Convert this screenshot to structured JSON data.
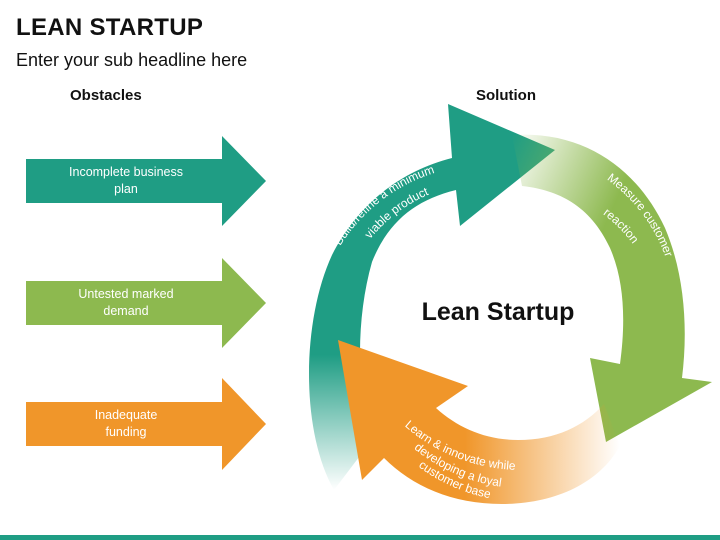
{
  "header": {
    "title": "LEAN STARTUP",
    "subtitle": "Enter your sub headline here"
  },
  "columns": {
    "left": "Obstacles",
    "right": "Solution"
  },
  "obstacles": [
    {
      "label": "Incomplete business\nplan",
      "color": "#1f9d84"
    },
    {
      "label": "Untested marked\ndemand",
      "color": "#8db94f"
    },
    {
      "label": "Inadequate\nfunding",
      "color": "#f0962a"
    }
  ],
  "cycle": {
    "center": "Lean Startup",
    "stages": [
      {
        "label": "Build/refine a minimum viable product",
        "color": "#1f9d84"
      },
      {
        "label": "Measure customer reaction",
        "color": "#8db94f"
      },
      {
        "label": "Learn & innovate while developing a loyal customer base",
        "color": "#f0962a"
      }
    ]
  },
  "colors": {
    "teal": "#1f9d84",
    "green": "#8db94f",
    "orange": "#f0962a",
    "bar": "#1f9d84"
  }
}
